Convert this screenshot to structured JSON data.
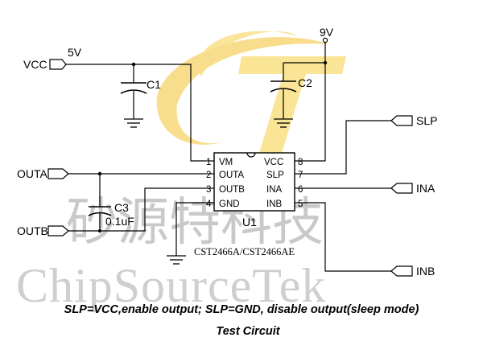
{
  "supplies": {
    "left": "5V",
    "right": "9V"
  },
  "ports": {
    "vcc": "VCC",
    "outa": "OUTA",
    "outb": "OUTB",
    "slp": "SLP",
    "ina": "INA",
    "inb": "INB"
  },
  "capacitors": {
    "c1": {
      "ref": "C1"
    },
    "c2": {
      "ref": "C2"
    },
    "c3": {
      "ref": "C3",
      "value": "0.1uF"
    }
  },
  "chip": {
    "ref": "U1",
    "part": "CST2466A/CST2466AE",
    "left_pins": [
      {
        "num": "1",
        "name": "VM"
      },
      {
        "num": "2",
        "name": "OUTA"
      },
      {
        "num": "3",
        "name": "OUTB"
      },
      {
        "num": "4",
        "name": "GND"
      }
    ],
    "right_pins": [
      {
        "num": "8",
        "name": "VCC"
      },
      {
        "num": "7",
        "name": "SLP"
      },
      {
        "num": "6",
        "name": "INA"
      },
      {
        "num": "5",
        "name": "INB"
      }
    ]
  },
  "watermark": {
    "cn": "砂源特科技",
    "en": "ChipSourceTek"
  },
  "notes": {
    "condition": "SLP=VCC,enable output; SLP=GND, disable output(sleep mode)",
    "caption": "Test Circuit"
  }
}
